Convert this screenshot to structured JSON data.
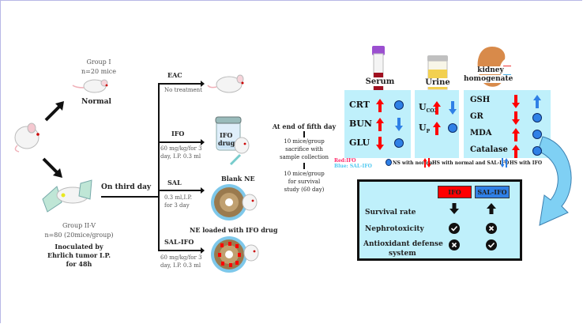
{
  "left": {
    "group1": {
      "title": "Group I",
      "count": "n=20 mice",
      "label": "Normal"
    },
    "group2": {
      "title": "Group II-V",
      "count": "n=80 (20mice/group)",
      "desc_lines": [
        "Inoculated by",
        "Ehrlich tumor  I.P.",
        "for 48h"
      ]
    },
    "timing_label": "On third day"
  },
  "branches": [
    {
      "name": "EAC",
      "desc_lines": [
        "No treatment"
      ]
    },
    {
      "name": "IFO",
      "desc_lines": [
        "60 mg/kg/for 3",
        "day, I.P. 0.3 ml"
      ],
      "jar_label_lines": [
        "IFO",
        "drug"
      ]
    },
    {
      "name": "SAL",
      "desc_lines": [
        "0.3 ml,I.P.",
        "for  3 day"
      ],
      "top_label": "Blank NE"
    },
    {
      "name": "SAL-IFO",
      "desc_lines": [
        "60 mg/kg/for 3",
        "day, I.P. 0.3 ml"
      ],
      "top_label": "NE loaded with IFO  drug"
    }
  ],
  "sampling": {
    "title": "At end of fifth day",
    "step1_lines": [
      "10 mice/group",
      "sacrifice with",
      "sample collection"
    ],
    "step2_lines": [
      "10 mice/group",
      "for survival",
      "study (60 day)"
    ]
  },
  "results": {
    "serum": {
      "title": "Serum",
      "rows": [
        {
          "label": "CRT",
          "ifo": "up",
          "salifo": "ns"
        },
        {
          "label": "BUN",
          "ifo": "up",
          "salifo": "down"
        },
        {
          "label": "GLU",
          "ifo": "down",
          "salifo": "ns"
        }
      ]
    },
    "urine": {
      "title": "Urine",
      "rows": [
        {
          "label": "U",
          "sub": "CO2",
          "ifo": "up",
          "salifo": "down"
        },
        {
          "label": "U",
          "sub": "P",
          "ifo": "up",
          "salifo": "ns"
        }
      ]
    },
    "kidney": {
      "title_lines": [
        "kidney",
        "homogenate"
      ],
      "rows": [
        {
          "label": "GSH",
          "ifo": "down",
          "salifo": "up"
        },
        {
          "label": "GR",
          "ifo": "down",
          "salifo": "ns"
        },
        {
          "label": "MDA",
          "ifo": "up",
          "salifo": "ns"
        },
        {
          "label": "Catalase",
          "ifo": "up",
          "salifo": "ns"
        }
      ]
    },
    "legend": {
      "red_key": "Red:IFO",
      "blue_key": "Blue: SAL-IFO",
      "ns": "NS with normal",
      "hs_normal": "HS with normal and SAL-IFO",
      "hs_ifo": "HS with IFO"
    }
  },
  "summary": {
    "headers": [
      "IFO",
      "SAL-IFO"
    ],
    "rows": [
      {
        "label_lines": [
          "Survival rate"
        ],
        "ifo": "down-arrow",
        "salifo": "up-arrow"
      },
      {
        "label_lines": [
          "Nephrotoxicity"
        ],
        "ifo": "check",
        "salifo": "cross"
      },
      {
        "label_lines": [
          "Antioxidant defense",
          "system"
        ],
        "ifo": "cross",
        "salifo": "check"
      }
    ]
  },
  "colors": {
    "red": "#ff0000",
    "blue": "#2f80e6",
    "panel": "#bff0fb",
    "curve_arrow": "#7fd0f4"
  }
}
